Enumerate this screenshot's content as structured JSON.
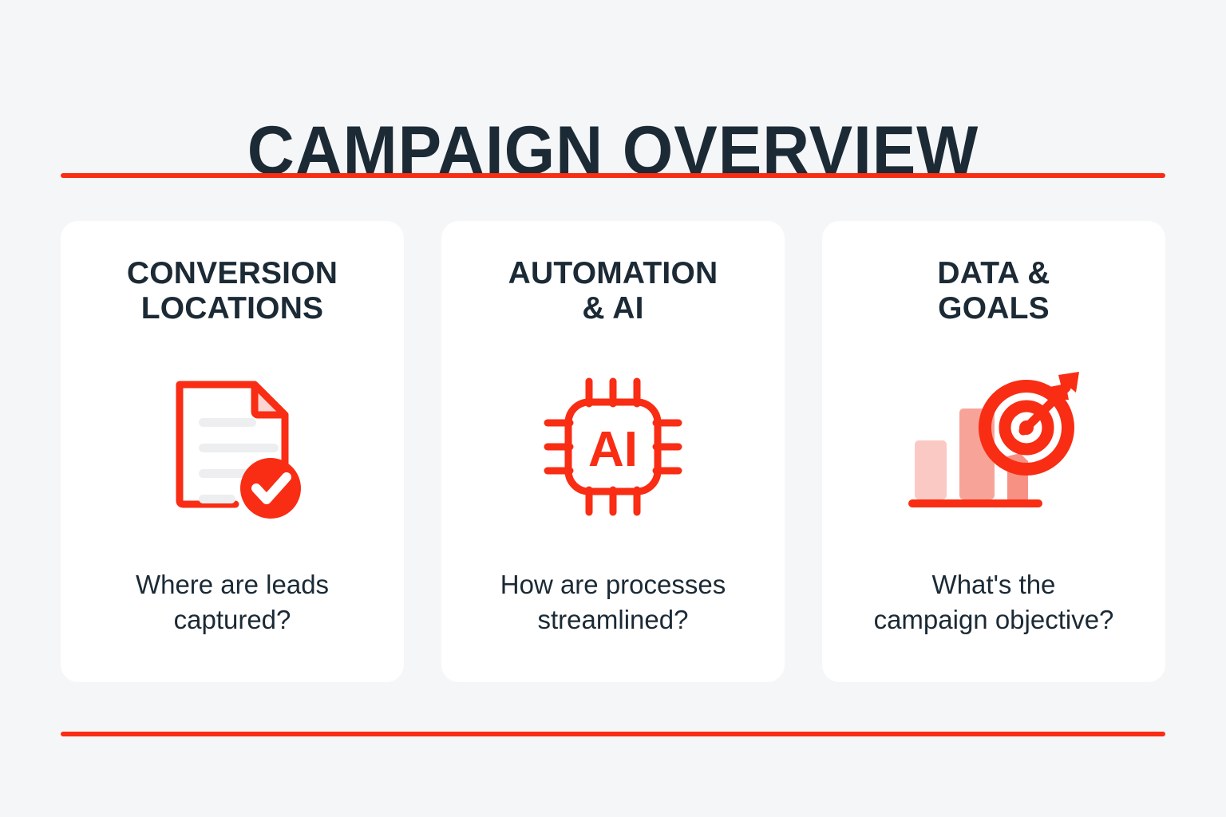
{
  "slide": {
    "title": "CAMPAIGN OVERVIEW",
    "background_color": "#F5F6F8",
    "accent_color": "#F82D14",
    "text_color": "#1B2A35",
    "card_background": "#FFFFFF"
  },
  "dividers": {
    "top_rule_color": "#F82D14",
    "bottom_rule_color": "#F82D14"
  },
  "cards": [
    {
      "title": "CONVERSION\nLOCATIONS",
      "description": "Where are leads\ncaptured?",
      "icon": "document-check-icon",
      "icon_colors": {
        "outline": "#F82D14",
        "fold": "#FBD5D1",
        "lines": "#EDEEF0",
        "badge": "#F82D14",
        "check": "#FFFFFF"
      }
    },
    {
      "title": "AUTOMATION\n& AI",
      "description": "How are processes\nstreamlined?",
      "icon": "ai-chip-icon",
      "icon_label": "AI",
      "icon_colors": {
        "outline": "#F82D14",
        "pins": "#F82D14",
        "label": "#F82D14"
      }
    },
    {
      "title": "DATA &\nGOALS",
      "description": "What's the\ncampaign objective?",
      "icon": "bar-chart-target-icon",
      "icon_colors": {
        "bar_1": "#FBC9C3",
        "bar_2": "#F8A398",
        "bar_3": "#F79184",
        "baseline": "#F82D14",
        "target": "#F82D14",
        "arrow": "#F82D14"
      }
    }
  ],
  "chart_data": {
    "type": "bar",
    "title": "",
    "categories": [
      "bar-1",
      "bar-2",
      "bar-3"
    ],
    "values": [
      52,
      78,
      38
    ],
    "colors": [
      "#FBC9C3",
      "#F8A398",
      "#F79184"
    ],
    "xlabel": "",
    "ylabel": "",
    "ylim": [
      0,
      100
    ],
    "grid": false,
    "legend": "none"
  }
}
